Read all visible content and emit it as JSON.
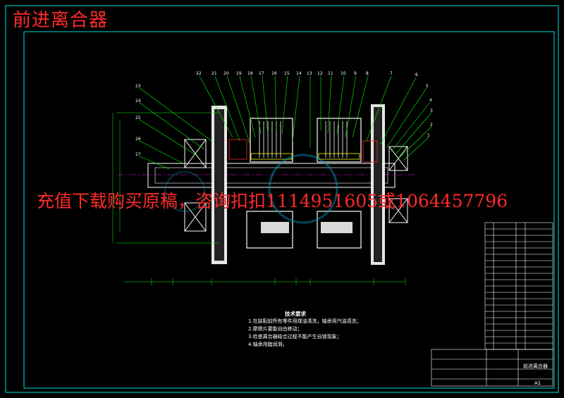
{
  "header": {
    "title": "前进离合器"
  },
  "watermark": {
    "text": "充值下载购买原稿，咨询扣扣1114951605或1064457796"
  },
  "tech_notes": {
    "heading": "技术要求",
    "items": [
      "1.在装配前所有零件用煤油清洗，轴承用汽油清洗；",
      "2.摩擦片要能自由移动；",
      "3.检查离合器结合过程不能产生自锁现象；",
      "4.轴承用脂润滑。"
    ]
  },
  "drawing": {
    "callouts": [
      "22",
      "21",
      "20",
      "19",
      "18",
      "17",
      "16",
      "15",
      "14",
      "13",
      "12",
      "11",
      "10",
      "9",
      "8",
      "7",
      "6",
      "5",
      "4",
      "3",
      "2",
      "1",
      "23",
      "24",
      "25",
      "26",
      "27"
    ],
    "title_block": {
      "name": "前进离合器",
      "sheet": "A1"
    }
  },
  "colors": {
    "frame": "#00e0e0",
    "red": "#ff2a2a",
    "green": "#00ff00",
    "white": "#ffffff",
    "yellow": "#ffff00",
    "magenta": "#ff00ff"
  }
}
